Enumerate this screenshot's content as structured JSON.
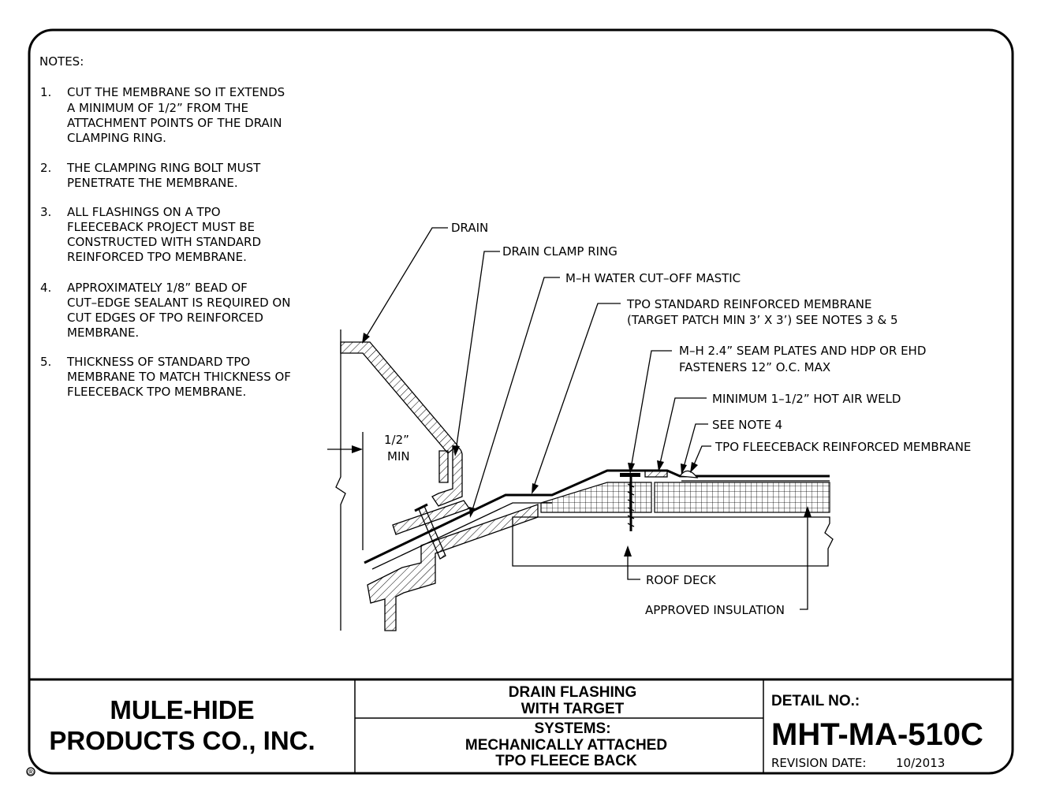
{
  "notes": {
    "heading": "NOTES:",
    "items": [
      {
        "num": "1.",
        "lines": [
          "CUT THE MEMBRANE SO IT EXTENDS",
          "A MINIMUM OF 1/2” FROM THE",
          "ATTACHMENT POINTS OF THE DRAIN",
          "CLAMPING RING."
        ]
      },
      {
        "num": "2.",
        "lines": [
          "THE CLAMPING RING BOLT MUST",
          "PENETRATE THE MEMBRANE."
        ]
      },
      {
        "num": "3.",
        "lines": [
          "ALL FLASHINGS ON A TPO",
          "FLEECEBACK PROJECT MUST BE",
          "CONSTRUCTED WITH STANDARD",
          "REINFORCED TPO MEMBRANE."
        ]
      },
      {
        "num": "4.",
        "lines": [
          "APPROXIMATELY 1/8” BEAD OF",
          "CUT–EDGE SEALANT IS REQUIRED ON",
          "CUT EDGES OF TPO REINFORCED",
          "MEMBRANE."
        ]
      },
      {
        "num": "5.",
        "lines": [
          "THICKNESS OF STANDARD TPO",
          "MEMBRANE TO MATCH THICKNESS OF",
          "FLEECEBACK TPO MEMBRANE."
        ]
      }
    ]
  },
  "callouts": {
    "drain": "DRAIN",
    "clamp_ring": "DRAIN CLAMP RING",
    "mastic": "M–H WATER CUT–OFF MASTIC",
    "tpo_standard_1": "TPO STANDARD REINFORCED MEMBRANE",
    "tpo_standard_2": "(TARGET PATCH MIN 3’ X 3’) SEE NOTES 3 & 5",
    "seam_plates_1": "M–H 2.4” SEAM PLATES AND HDP OR EHD",
    "seam_plates_2": "FASTENERS 12” O.C. MAX",
    "weld": "MINIMUM 1–1/2” HOT AIR WELD",
    "see_note": "SEE NOTE 4",
    "fleeceback": "TPO FLEECEBACK REINFORCED MEMBRANE",
    "roof_deck": "ROOF DECK",
    "insulation": "APPROVED INSULATION",
    "dim_1": "1/2”",
    "dim_2": "MIN"
  },
  "title_block": {
    "company_1": "MULE-HIDE",
    "company_2": "PRODUCTS CO., INC.",
    "registered_mark": "®",
    "title_1": "DRAIN FLASHING",
    "title_2": "WITH TARGET",
    "systems_1": "SYSTEMS:",
    "systems_2": "MECHANICALLY ATTACHED",
    "systems_3": "TPO FLEECE BACK",
    "detail_label": "DETAIL NO.:",
    "detail_number": "MHT-MA-510C",
    "revision_label": "REVISION DATE:",
    "revision_date": "10/2013"
  }
}
